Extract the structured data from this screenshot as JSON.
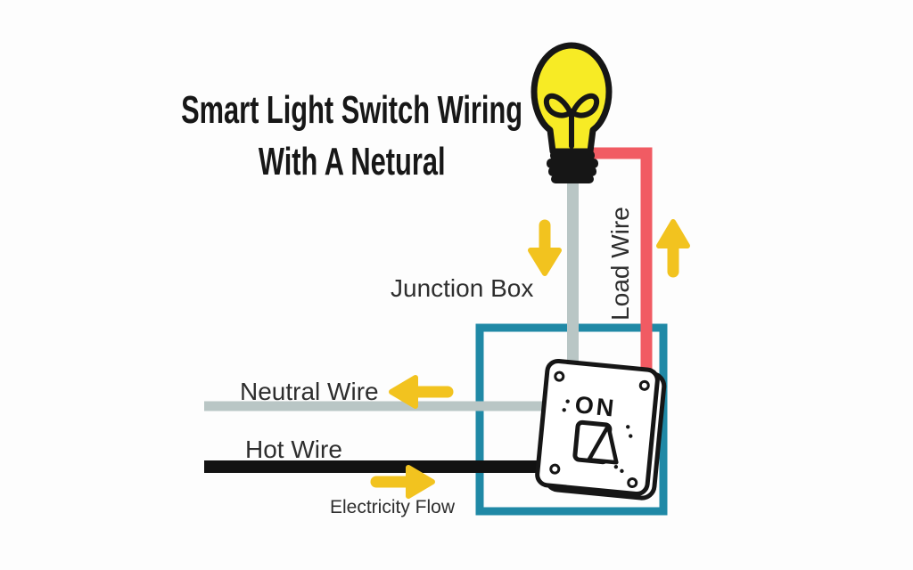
{
  "title": {
    "line1": "Smart Light Switch Wiring",
    "line2": "With A Netural"
  },
  "labels": {
    "junction_box": "Junction Box",
    "load_wire": "Load Wire",
    "neutral_wire": "Neutral Wire",
    "hot_wire": "Hot Wire",
    "electricity_flow": "Electricity Flow",
    "switch_state": "ON"
  },
  "colors": {
    "bulb_yellow": "#f7eb25",
    "arrow_yellow": "#f2c31f",
    "load_wire_red": "#f15b63",
    "junction_box_teal": "#2089a6",
    "neutral_wire_gray": "#b9c6c5",
    "hot_wire_black": "#121212",
    "outline_black": "#161616",
    "label_text": "#2e2e2e",
    "title_text": "#171717"
  },
  "icons": {
    "light_bulb": "light-bulb-icon",
    "light_switch": "light-switch-icon",
    "junction_box_outline": "junction-box-outline",
    "flow_arrow_down": "flow-arrow-down-icon",
    "flow_arrow_up": "flow-arrow-up-icon",
    "flow_arrow_left": "flow-arrow-left-icon",
    "flow_arrow_right": "flow-arrow-right-icon"
  }
}
